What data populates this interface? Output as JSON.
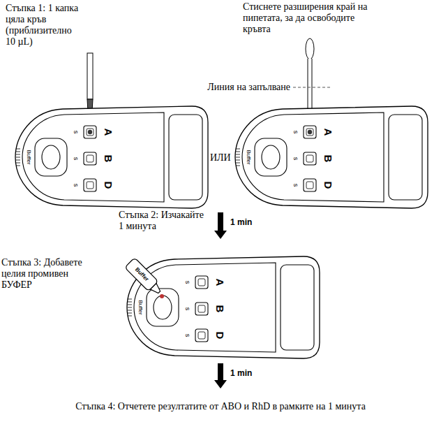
{
  "diagram": {
    "nodes": [
      {
        "text": [
          "Buffer",
          "s",
          "s",
          "s",
          "A",
          "B",
          "D"
        ]
      },
      {
        "text": [
          "Buffer",
          "s",
          "s",
          "s",
          "A",
          "B",
          "D"
        ]
      },
      {
        "text": [
          "Buffer",
          "s",
          "s",
          "s",
          "A",
          "B",
          "D"
        ]
      }
    ],
    "labels": [
      "Стъпка 1: 1 капка цяла кръв (приблизително 10 µL)",
      "Стиснете разширения край на пипетата, за да освободите кръвта",
      "Линия на запълване",
      "ИЛИ",
      "Стъпка 2: Изчакайте 1 минута",
      "1 min",
      "Стъпка 3: Добавете целия промивен БУФЕР",
      "Buffer",
      "1 min",
      "Стъпка 4: Отчетете резултатите от ABO и RhD в рамките на 1 минута"
    ]
  }
}
